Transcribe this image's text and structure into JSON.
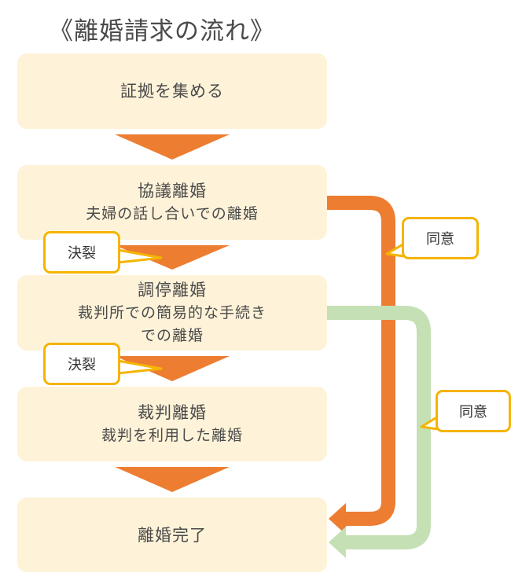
{
  "title": "《離婚請求の流れ》",
  "steps": [
    {
      "main": "証拠を集める",
      "sub": ""
    },
    {
      "main": "協議離婚",
      "sub": "夫婦の話し合いでの離婚"
    },
    {
      "main": "調停離婚",
      "sub": "裁判所での簡易的な手続き\nでの離婚"
    },
    {
      "main": "裁判離婚",
      "sub": "裁判を利用した離婚"
    },
    {
      "main": "離婚完了",
      "sub": ""
    }
  ],
  "labels": {
    "rupture1": "決裂",
    "rupture2": "決裂",
    "agree1": "同意",
    "agree2": "同意"
  },
  "colors": {
    "box": "#fef3d9",
    "arrow_orange": "#ed7d31",
    "arrow_green": "#c5e0b4",
    "badge_border": "#f5b400"
  }
}
